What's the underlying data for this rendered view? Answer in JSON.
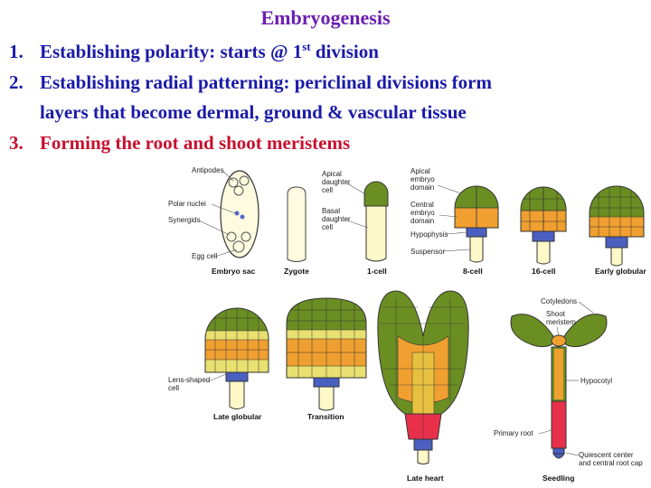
{
  "title": "Embryogenesis",
  "points": [
    {
      "num": "1.",
      "text_a": "Establishing polarity: starts @ 1",
      "sup": "st",
      "text_b": " division"
    },
    {
      "num": "2.",
      "text": "Establishing radial patterning: periclinal divisions form",
      "continuation": "layers that become dermal, ground & vascular tissue"
    },
    {
      "num": "3.",
      "text": "Forming the root and shoot meristems"
    }
  ],
  "figure": {
    "labels": {
      "antipodes": "Antipodes",
      "polar_nuclei": "Polar nuclei",
      "synergids": "Synergids",
      "egg_cell": "Egg cell",
      "apical_daughter_cell": [
        "Apical",
        "daughter",
        "cell"
      ],
      "basal_daughter_cell": [
        "Basal",
        "daughter",
        "cell"
      ],
      "apical_embryo_domain": [
        "Apical",
        "embryo",
        "domain"
      ],
      "central_embryo_domain": [
        "Central",
        "embryo",
        "domain"
      ],
      "hypophysis": "Hypophysis",
      "suspensor": "Suspensor",
      "lens_shaped_cell": [
        "Lens-shaped",
        "cell"
      ],
      "cotyledons": "Cotyledons",
      "shoot_meristem": [
        "Shoot",
        "meristem"
      ],
      "hypocotyl": "Hypocotyl",
      "primary_root": "Primary root",
      "quiescent_center": [
        "Quiescent center",
        "and central root cap"
      ]
    },
    "stages": {
      "embryo_sac": "Embryo sac",
      "zygote": "Zygote",
      "one_cell": "1-cell",
      "eight_cell": "8-cell",
      "sixteen_cell": "16-cell",
      "early_globular": "Early globular",
      "late_globular": "Late globular",
      "transition": "Transition",
      "late_heart": "Late heart",
      "seedling": "Seedling"
    },
    "colors": {
      "apical": "#6b8e23",
      "central": "#f0a030",
      "hypophysis": "#4a5fc0",
      "suspensor": "#fff8c8",
      "protoderm": "#e8e070",
      "root": "#e8304a"
    }
  }
}
